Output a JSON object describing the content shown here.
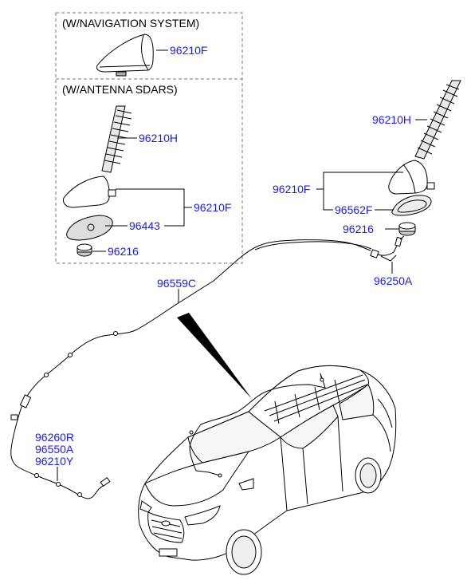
{
  "variant_boxes": {
    "navigation": {
      "title": "(W/NAVIGATION SYSTEM)",
      "part_number": "96210F"
    },
    "antenna_sdars": {
      "title": "(W/ANTENNA SDARS)"
    }
  },
  "part_labels": {
    "sdars_rod": "96210H",
    "sdars_assembly": "96210F",
    "sdars_pad": "96443",
    "sdars_nut": "96216",
    "rod_right": "96210H",
    "assembly_right": "96210F",
    "pad_right": "96562F",
    "nut_right": "96216",
    "feeder_connector": "96250A",
    "main_cable": "96559C",
    "front_cable_1": "96260R",
    "front_cable_2": "96550A",
    "front_cable_3": "96210Y"
  },
  "colors": {
    "label": "#1a1aff",
    "line": "#000000",
    "box_border": "#777777"
  }
}
